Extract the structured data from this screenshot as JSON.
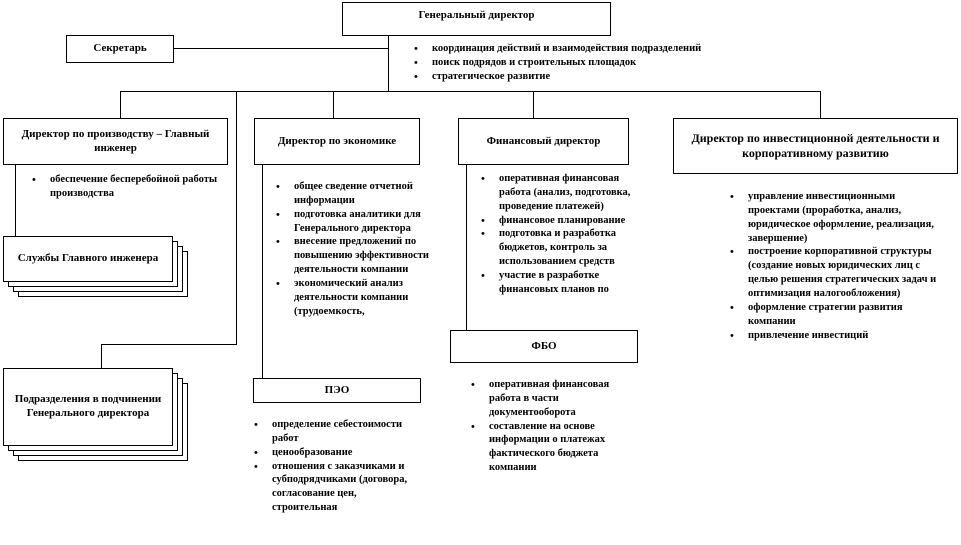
{
  "general_director": {
    "title": "Генеральный директор",
    "duties": [
      "координация действий и взаимодействия подразделений",
      "поиск подрядов и строительных площадок",
      "стратегическое развитие"
    ]
  },
  "secretary": {
    "title": "Секретарь"
  },
  "production_director": {
    "title": "Директор по производству – Главный инженер",
    "duties": [
      "обеспечение бесперебойной работы производства"
    ]
  },
  "chief_engineer_services": {
    "title": "Службы Главного инженера"
  },
  "subordinate_units": {
    "title": "Подразделения в подчинении Генерального директора"
  },
  "economics_director": {
    "title": "Директор по экономике",
    "duties": [
      "общее сведение отчетной информации",
      "подготовка аналитики для Генерального директора",
      "внесение предложений по повышению эффективности деятельности компании",
      "экономический анализ деятельности компании (трудоемкость,"
    ]
  },
  "peo": {
    "title": "ПЭО",
    "duties": [
      "определение себестоимости работ",
      "ценообразование",
      "отношения с заказчиками и субподрядчиками (договора, согласование цен, строительная"
    ]
  },
  "finance_director": {
    "title": "Финансовый директор",
    "duties": [
      "оперативная финансовая работа (анализ, подготовка, проведение платежей)",
      "финансовое планирование",
      "подготовка и разработка бюджетов, контроль за использованием средств",
      "участие в разработке финансовых планов по"
    ]
  },
  "fbo": {
    "title": "ФБО",
    "duties": [
      "оперативная финансовая работа в части документооборота",
      "составление на основе информации о платежах фактического бюджета компании"
    ]
  },
  "investment_director": {
    "title": "Директор по инвестиционной деятельности и корпоративному развитию",
    "duties": [
      "управление инвестиционными проектами (проработка, анализ, юридическое оформление, реализация, завершение)",
      "построение корпоративной структуры (создание новых юридических лиц с целью решения стратегических задач и оптимизация налогообложения)",
      "оформление стратегии развития компании",
      "привлечение инвестиций"
    ]
  }
}
